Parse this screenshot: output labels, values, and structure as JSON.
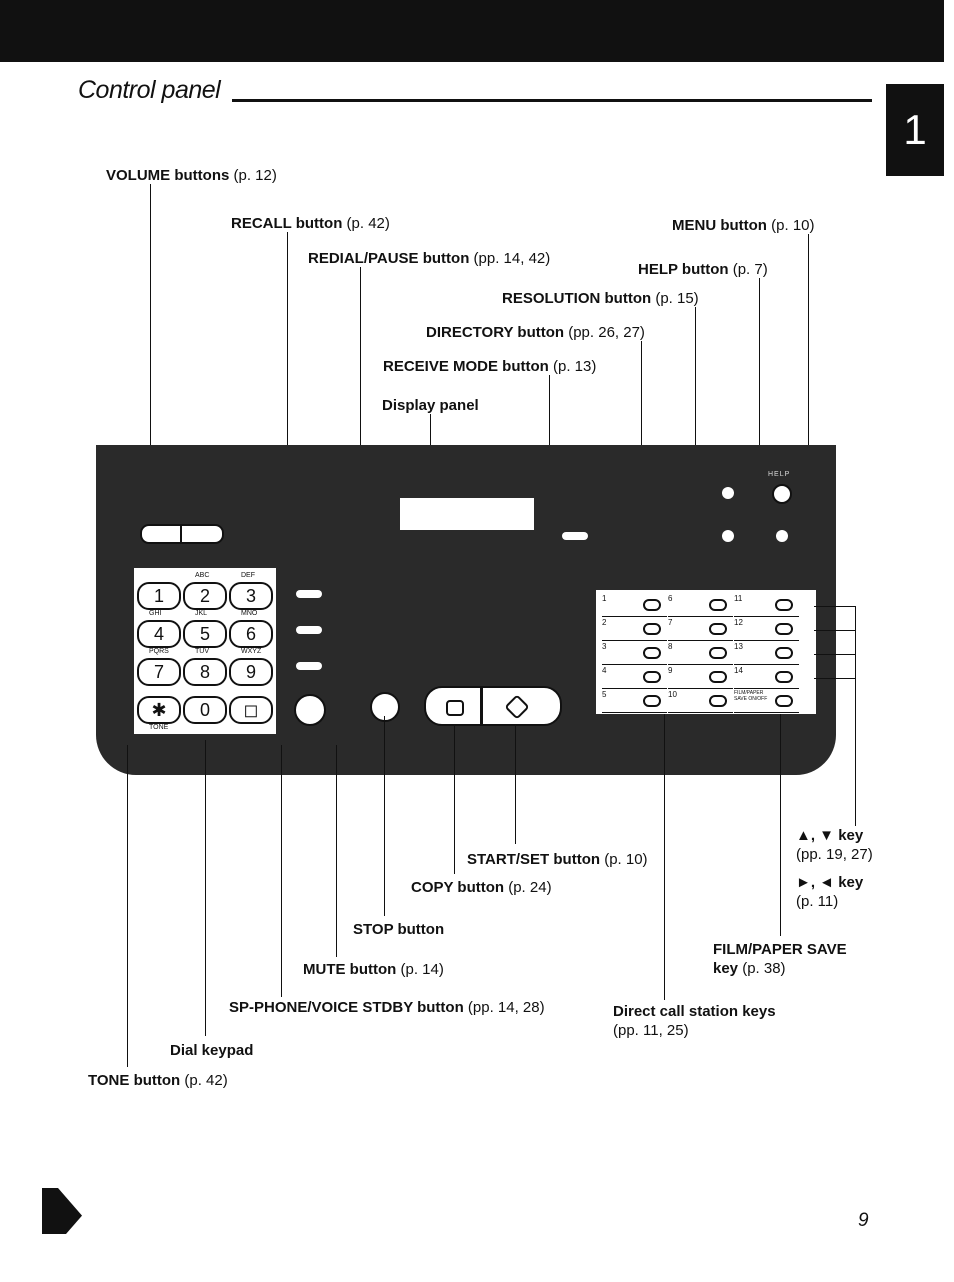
{
  "header": {
    "title": "Control panel",
    "chapter": "1"
  },
  "labels": {
    "volume": {
      "name": "VOLUME buttons",
      "ref": " (p. 12)"
    },
    "recall": {
      "name": "RECALL button",
      "ref": " (p. 42)"
    },
    "menu": {
      "name": "MENU button",
      "ref": " (p. 10)"
    },
    "redial": {
      "name": "REDIAL/PAUSE button",
      "ref": " (pp. 14, 42)"
    },
    "help": {
      "name": "HELP button",
      "ref": " (p. 7)"
    },
    "resolution": {
      "name": "RESOLUTION button",
      "ref": " (p. 15)"
    },
    "directory": {
      "name": "DIRECTORY button",
      "ref": " (pp. 26, 27)"
    },
    "receive": {
      "name": "RECEIVE MODE button",
      "ref": " (p. 13)"
    },
    "display": {
      "name": "Display panel",
      "ref": ""
    },
    "start": {
      "name": "START/SET button",
      "ref": " (p. 10)"
    },
    "copy": {
      "name": "COPY button",
      "ref": " (p. 24)"
    },
    "stop": {
      "name": "STOP button",
      "ref": ""
    },
    "mute": {
      "name": "MUTE button",
      "ref": " (p. 14)"
    },
    "spphone": {
      "name": "SP-PHONE/VOICE STDBY button",
      "ref": " (pp. 14, 28)"
    },
    "dial": {
      "name": "Dial keypad",
      "ref": ""
    },
    "tone": {
      "name": "TONE button",
      "ref": " (p. 42)"
    },
    "updown": {
      "name": "▲, ▼ key",
      "ref": "(pp. 19, 27)"
    },
    "leftright": {
      "name": "►, ◄ key",
      "ref": "(p. 11)"
    },
    "filmsave": {
      "name": "FILM/PAPER SAVE",
      "name2": "key",
      "ref": " (p. 38)"
    },
    "direct": {
      "name": "Direct call station keys",
      "ref": "(pp. 11, 25)"
    }
  },
  "device": {
    "help_text": "HELP",
    "keys": [
      {
        "d": "1",
        "s": ""
      },
      {
        "d": "2",
        "s": "ABC"
      },
      {
        "d": "3",
        "s": "DEF"
      },
      {
        "d": "4",
        "s": "GHI"
      },
      {
        "d": "5",
        "s": "JKL"
      },
      {
        "d": "6",
        "s": "MNO"
      },
      {
        "d": "7",
        "s": "PQRS"
      },
      {
        "d": "8",
        "s": "TUV"
      },
      {
        "d": "9",
        "s": "WXYZ"
      },
      {
        "d": "✱",
        "s": "TONE"
      },
      {
        "d": "0",
        "s": ""
      },
      {
        "d": "◻",
        "s": ""
      }
    ],
    "stations": [
      "1",
      "2",
      "3",
      "4",
      "5",
      "6",
      "7",
      "8",
      "9",
      "10",
      "11",
      "12",
      "13",
      "14",
      "FILM/PAPER SAVE ON/OFF"
    ]
  },
  "footer": {
    "page": "9"
  }
}
